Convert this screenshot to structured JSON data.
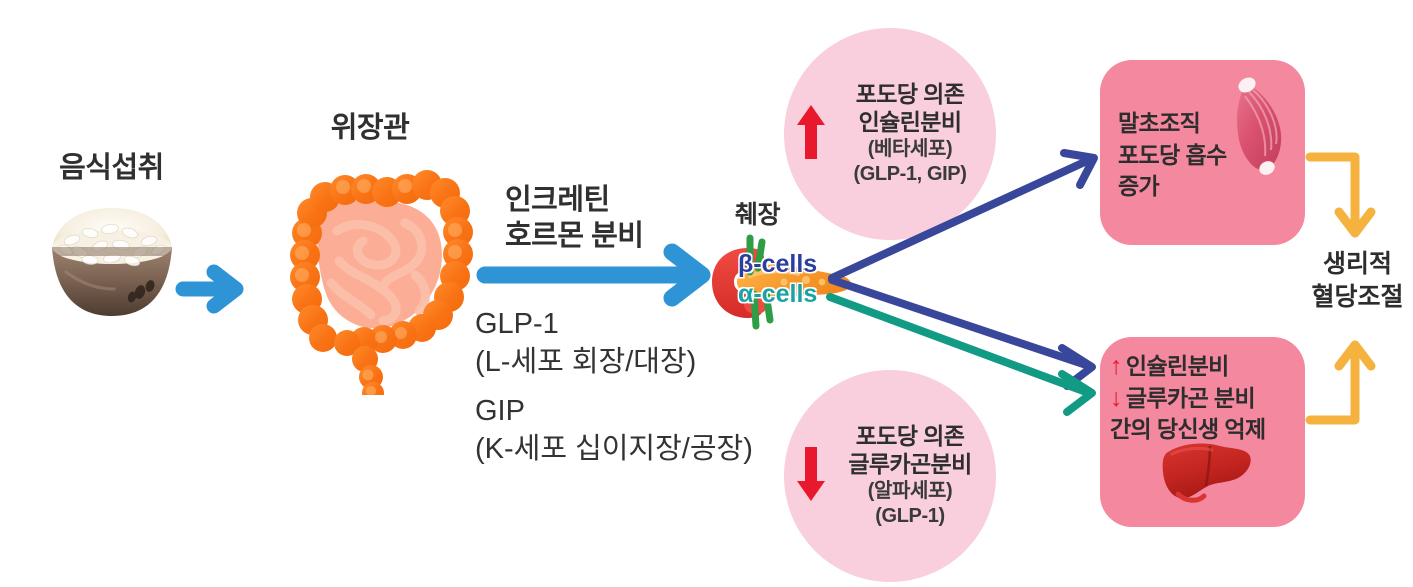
{
  "diagram": {
    "title": "Incretin hormone physiological blood glucose regulation diagram",
    "food": {
      "label": "음식섭취",
      "icon": "rice-bowl-icon"
    },
    "gut": {
      "label": "위장관",
      "icon": "intestine-icon"
    },
    "incretin": {
      "title_line1": "인크레틴",
      "title_line2": "호르몬 분비",
      "glp1_name": "GLP-1",
      "glp1_source": "(L-세포 회장/대장)",
      "gip_name": "GIP",
      "gip_source": "(K-세포 십이지장/공장)"
    },
    "pancreas": {
      "label": "췌장",
      "beta_label": "β-cells",
      "alpha_label": "α-cells",
      "beta_color": "#2b3f9e",
      "alpha_color": "#1aa3a3"
    },
    "circles": [
      {
        "name": "insulin-secretion",
        "arrow": "↑",
        "arrow_color": "#e8192c",
        "line1": "포도당 의존",
        "line2": "인슐린분비",
        "line3": "(베타세포)",
        "line4": "(GLP-1, GIP)",
        "fill": "#f9cedd"
      },
      {
        "name": "glucagon-secretion",
        "arrow": "↓",
        "arrow_color": "#e8192c",
        "line1": "포도당 의존",
        "line2": "글루카곤분비",
        "line3": "(알파세포)",
        "line4": "(GLP-1)",
        "fill": "#f9cedd"
      }
    ],
    "boxes": {
      "peripheral": {
        "line1": "말초조직",
        "line2": "포도당 흡수",
        "line3": "증가",
        "icon": "muscle-icon",
        "fill": "#f4889f"
      },
      "liver": {
        "row1_arrow": "↑",
        "row1_text": "인슐린분비",
        "row2_arrow": "↓",
        "row2_text": "글루카곤 분비",
        "row3_text": "간의 당신생 억제",
        "icon": "liver-icon",
        "fill": "#f4889f"
      }
    },
    "outcome": {
      "line1": "생리적",
      "line2": "혈당조절"
    },
    "colors": {
      "blue_arrow": "#2e94d6",
      "navy_arrow": "#39479a",
      "teal_arrow": "#129b84",
      "orange_arrow": "#f5b23f",
      "gut_orange": "#f97b1f",
      "background": "#ffffff"
    }
  }
}
